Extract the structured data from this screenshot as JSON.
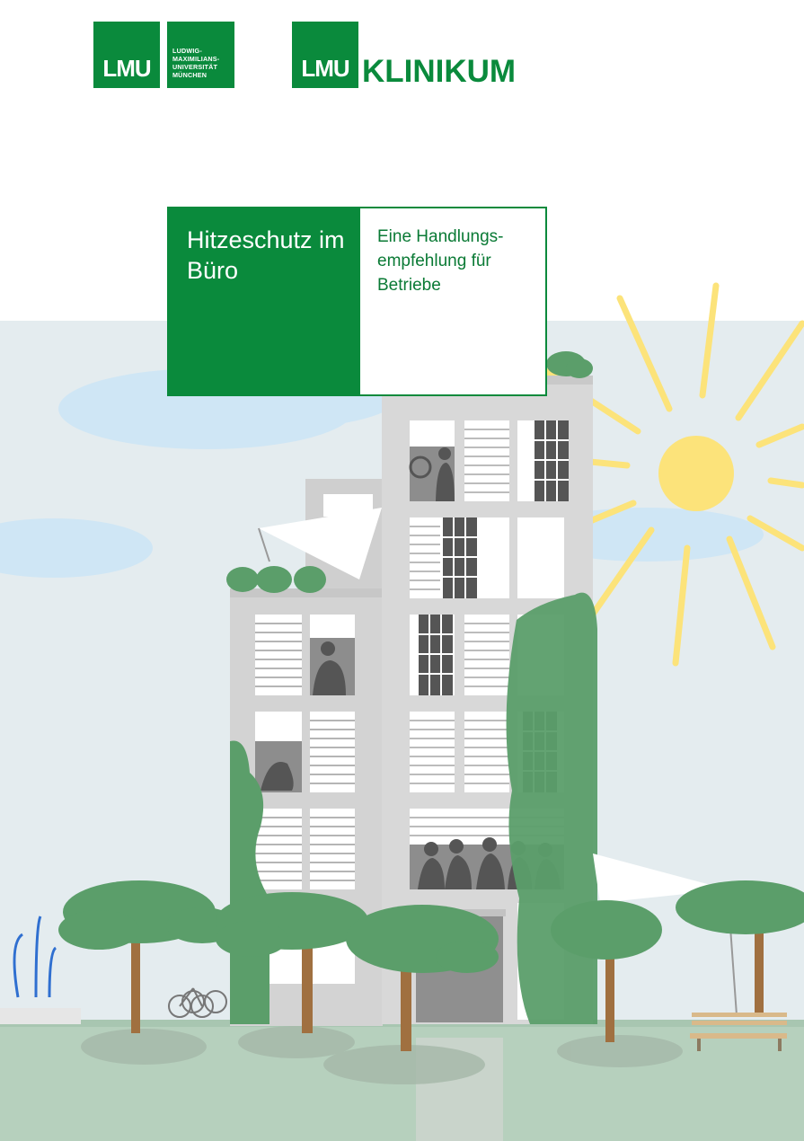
{
  "logos": {
    "lmu_word": "LMU",
    "lmu_university_lines": [
      "LUDWIG-",
      "MAXIMILIANS-",
      "UNIVERSITÄT",
      "MÜNCHEN"
    ],
    "klinikum_word": "KLINIKUM"
  },
  "title": {
    "main": "Hitzeschutz im Büro",
    "sub": "Eine Handlungs-empfehlung für Betriebe"
  },
  "colors": {
    "brand_green": "#0a8a3c",
    "sky": "#e4ecef",
    "sun": "#fce37a",
    "building": "#d3d3d3",
    "foliage": "#5b9e6a"
  },
  "illustration": {
    "icons": [
      "sun-icon",
      "building-icon",
      "tree-icon",
      "bench-icon",
      "bicycle-icon",
      "fountain-icon",
      "sail-shade-icon",
      "cloud-icon"
    ]
  }
}
